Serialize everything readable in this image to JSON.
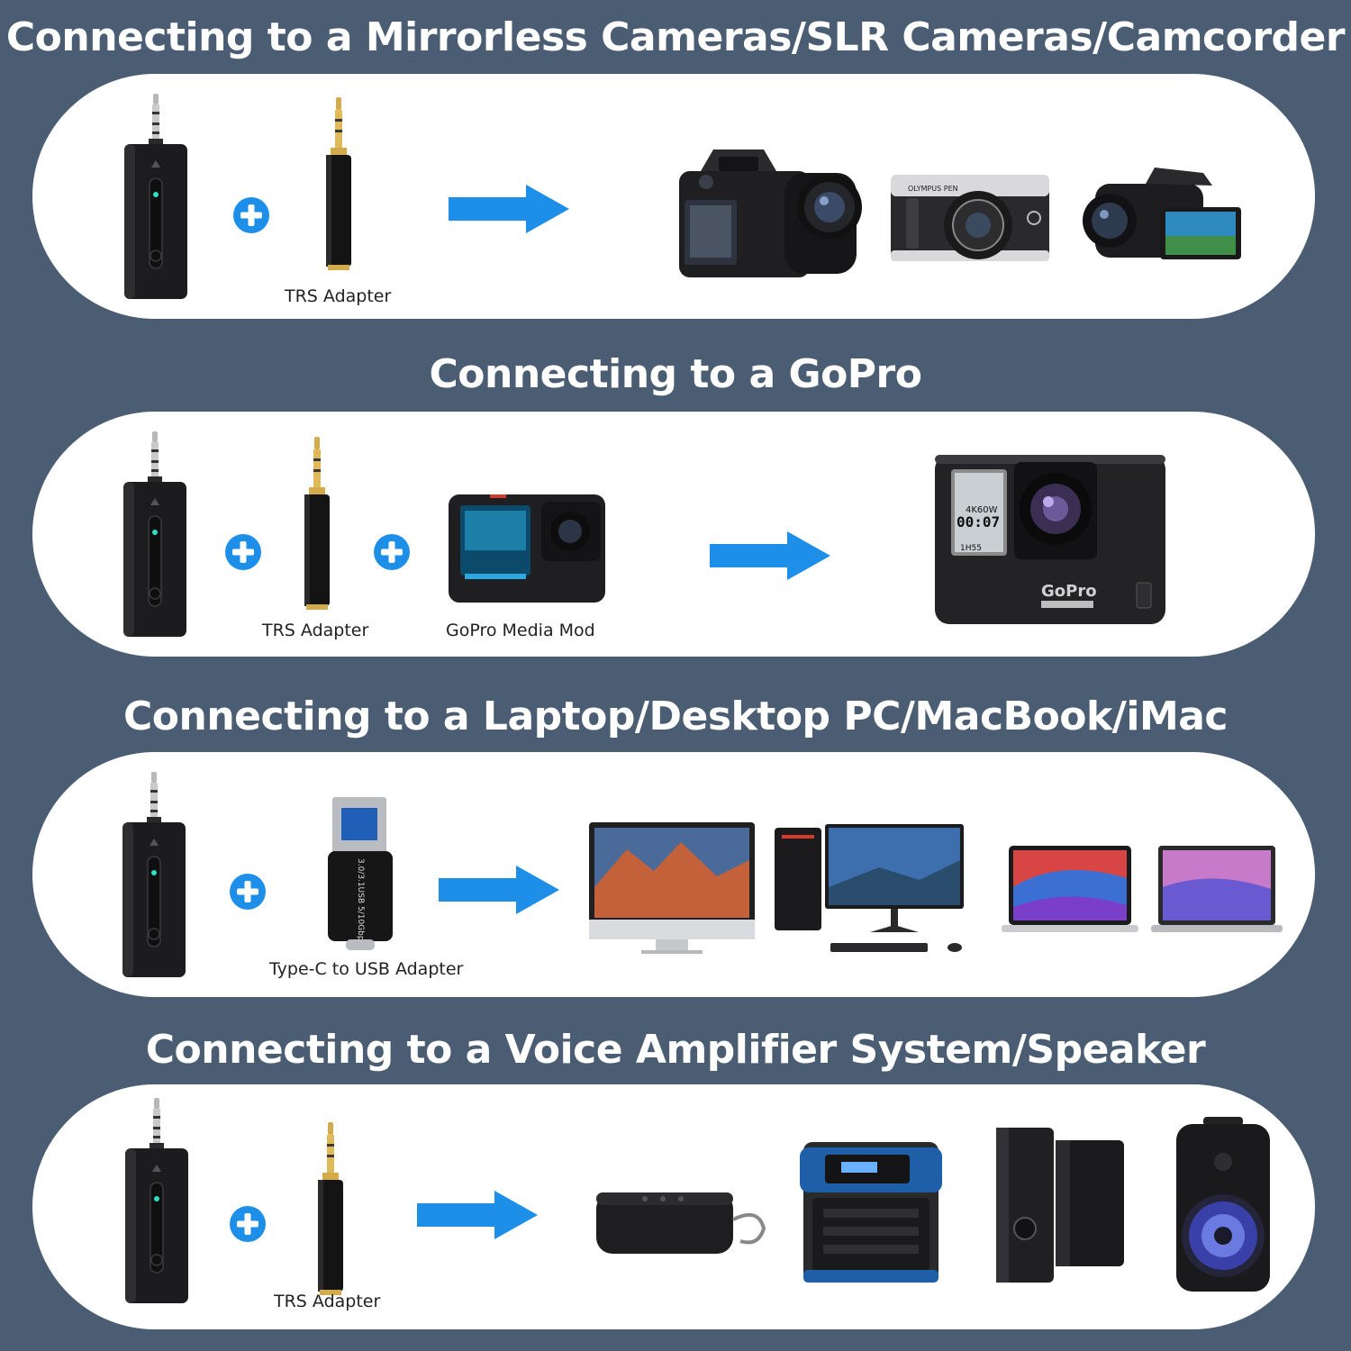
{
  "sections": [
    {
      "title": "Connecting to a Mirrorless Cameras/SLR Cameras/Camcorder",
      "captions": [
        "TRS Adapter"
      ]
    },
    {
      "title": "Connecting to a GoPro",
      "captions": [
        "TRS Adapter",
        "GoPro Media Mod"
      ],
      "gopro_screen": {
        "mode": "4K60W",
        "time": "00:07",
        "extra": "1H55"
      },
      "brand": "GoPro"
    },
    {
      "title": "Connecting to a Laptop/Desktop PC/MacBook/iMac",
      "captions": [
        "Type-C to USB Adapter"
      ],
      "adapter_print": "3.0/3.1USB 5/10Gbps"
    },
    {
      "title": "Connecting to a Voice Amplifier System/Speaker",
      "captions": [
        "TRS Adapter"
      ]
    }
  ],
  "camera_brand": "OLYMPUS PEN",
  "colors": {
    "background": "#4a5d73",
    "panel": "#ffffff",
    "plus": "#1e8fe8",
    "arrow": "#1e8fe8",
    "device": "#1c1c1e"
  },
  "icons": [
    "transmitter-icon",
    "trs-adapter-icon",
    "plus-icon",
    "arrow-right-icon",
    "camera-icon",
    "gopro-icon",
    "usb-adapter-icon",
    "computer-icon",
    "speaker-icon"
  ]
}
